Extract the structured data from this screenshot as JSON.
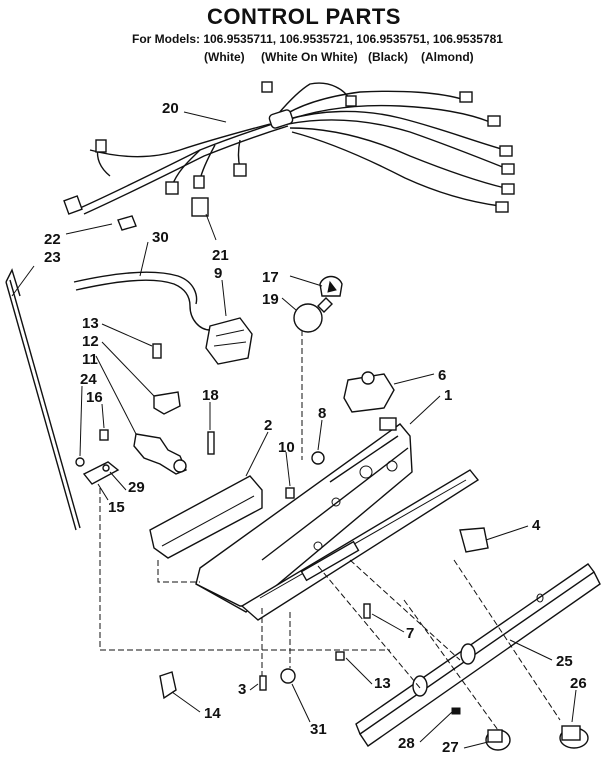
{
  "header": {
    "title": "CONTROL PARTS",
    "models": "For Models: 106.9535711, 106.9535721, 106.9535751, 106.9535781",
    "colors": [
      "(White)",
      "(White On White)",
      "(Black)",
      "(Almond)"
    ]
  },
  "callouts": [
    {
      "id": "c20",
      "label": "20"
    },
    {
      "id": "c22",
      "label": "22"
    },
    {
      "id": "c23",
      "label": "23"
    },
    {
      "id": "c30",
      "label": "30"
    },
    {
      "id": "c21",
      "label": "21"
    },
    {
      "id": "c9",
      "label": "9"
    },
    {
      "id": "c17",
      "label": "17"
    },
    {
      "id": "c19",
      "label": "19"
    },
    {
      "id": "c13a",
      "label": "13"
    },
    {
      "id": "c12",
      "label": "12"
    },
    {
      "id": "c11",
      "label": "11"
    },
    {
      "id": "c24",
      "label": "24"
    },
    {
      "id": "c16",
      "label": "16"
    },
    {
      "id": "c18",
      "label": "18"
    },
    {
      "id": "c2",
      "label": "2"
    },
    {
      "id": "c10",
      "label": "10"
    },
    {
      "id": "c8",
      "label": "8"
    },
    {
      "id": "c6",
      "label": "6"
    },
    {
      "id": "c1",
      "label": "1"
    },
    {
      "id": "c29",
      "label": "29"
    },
    {
      "id": "c15",
      "label": "15"
    },
    {
      "id": "c4",
      "label": "4"
    },
    {
      "id": "c7",
      "label": "7"
    },
    {
      "id": "c25",
      "label": "25"
    },
    {
      "id": "c13b",
      "label": "13"
    },
    {
      "id": "c3",
      "label": "3"
    },
    {
      "id": "c26",
      "label": "26"
    },
    {
      "id": "c14",
      "label": "14"
    },
    {
      "id": "c31",
      "label": "31"
    },
    {
      "id": "c28",
      "label": "28"
    },
    {
      "id": "c27",
      "label": "27"
    }
  ]
}
